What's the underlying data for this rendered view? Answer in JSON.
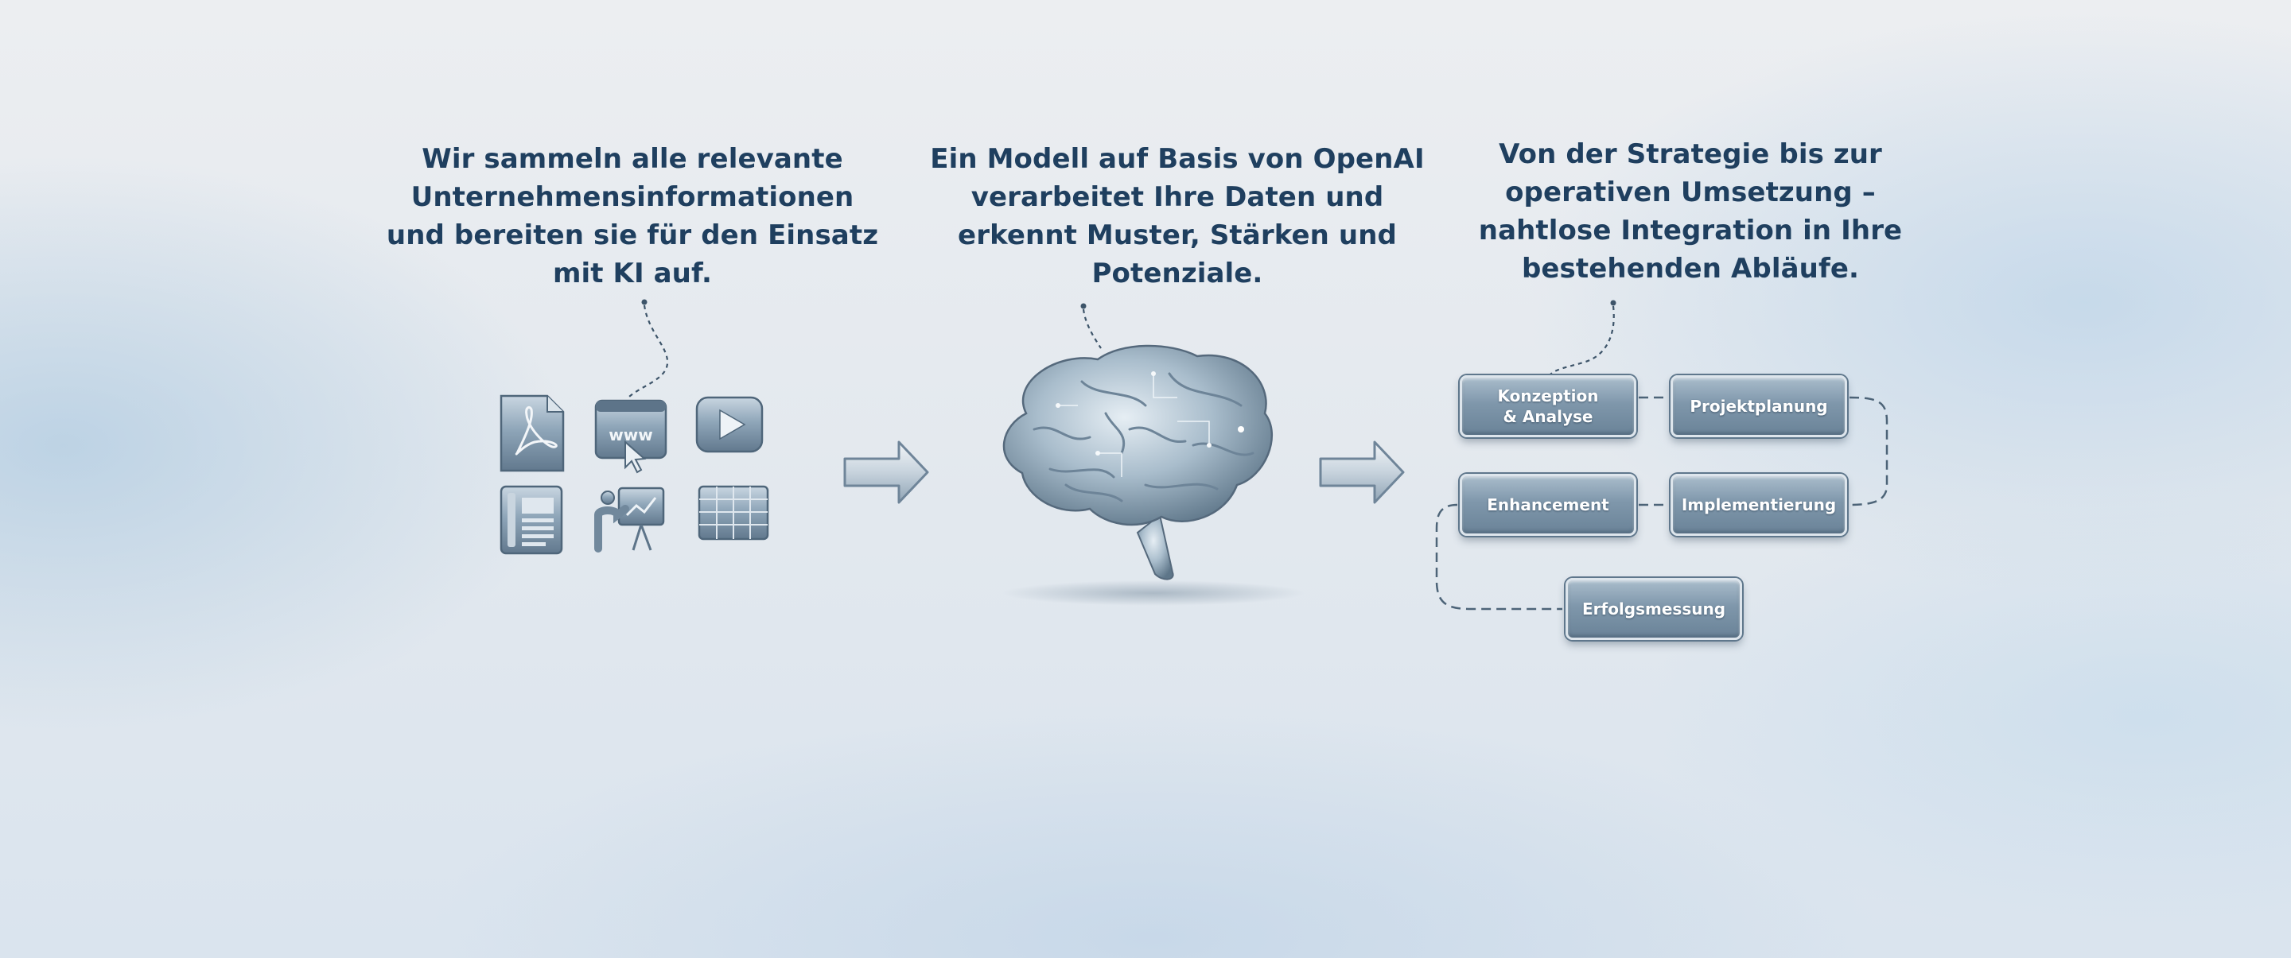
{
  "captions": {
    "collect": "Wir sammeln alle relevante Unternehmensinformationen und bereiten sie für den Einsatz mit KI auf.",
    "model": "Ein Modell auf Basis von OpenAI verarbeitet Ihre Daten und erkennt Muster, Stärken und Potenziale.",
    "integration": "Von der Strategie bis zur operativen Umsetzung – nahtlose Integration in Ihre bestehenden Abläufe."
  },
  "icons": {
    "www_label": "www",
    "names": [
      "pdf-document-icon",
      "website-icon",
      "video-play-icon",
      "newspaper-icon",
      "presentation-icon",
      "spreadsheet-icon"
    ]
  },
  "process": {
    "steps": [
      {
        "id": "konzeption",
        "label": "Konzeption\n& Analyse"
      },
      {
        "id": "projektplanung",
        "label": "Projektplanung"
      },
      {
        "id": "enhancement",
        "label": "Enhancement"
      },
      {
        "id": "implementierung",
        "label": "Implementierung"
      },
      {
        "id": "erfolgsmessung",
        "label": "Erfolgsmessung"
      }
    ]
  },
  "colors": {
    "caption_text": "#1f3f5f",
    "metal_light": "#dde5ec",
    "metal_dark": "#5f778c",
    "connector": "#4d6478"
  }
}
